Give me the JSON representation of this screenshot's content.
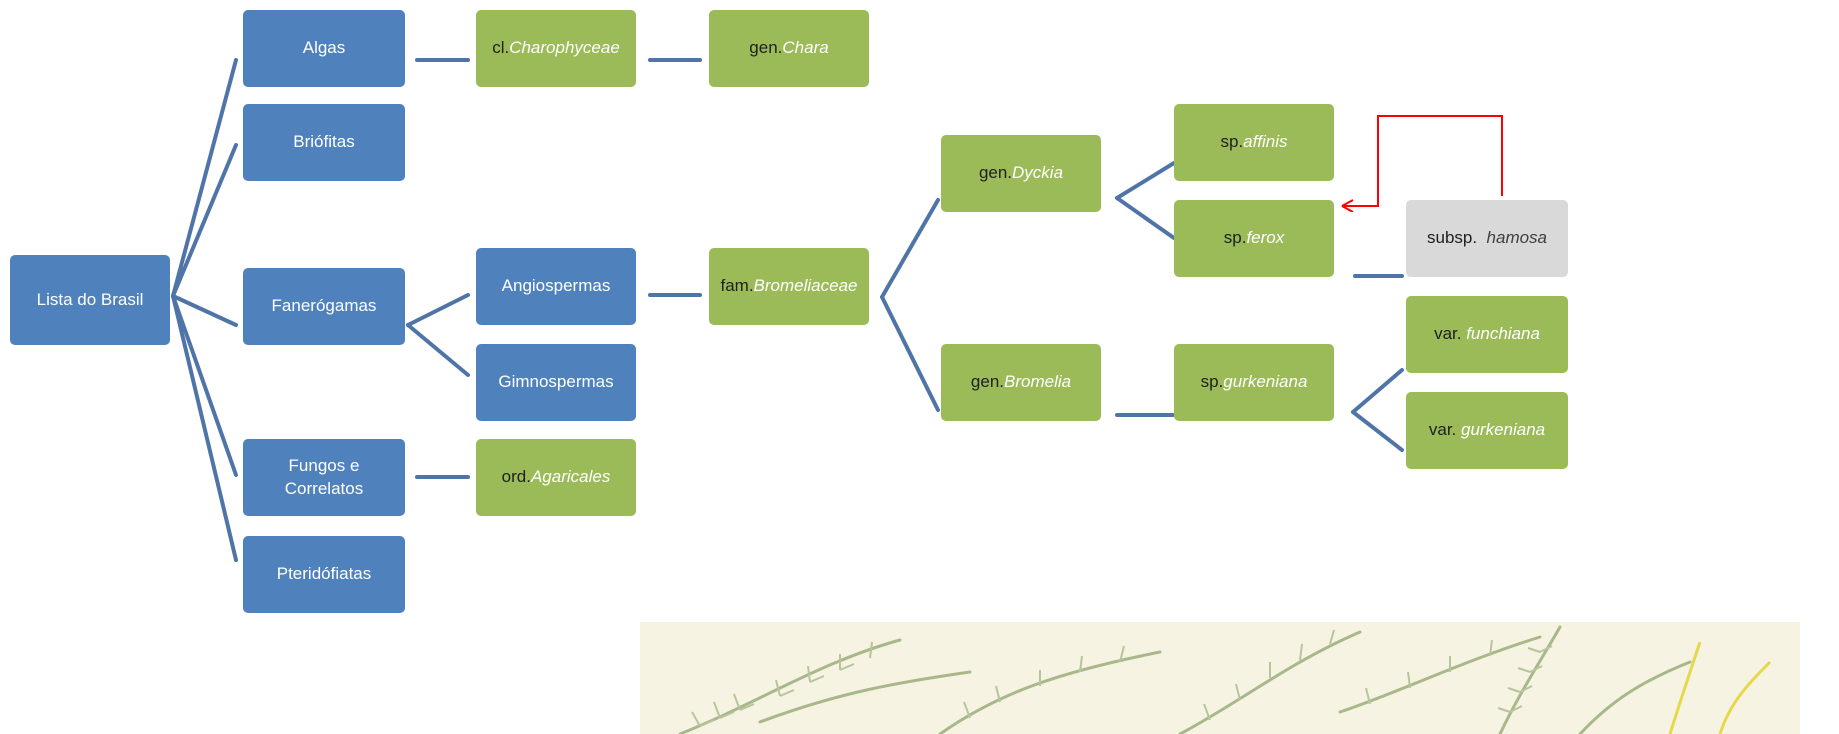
{
  "diagram": {
    "colors": {
      "blue_node": "#4f81bd",
      "green_node": "#9bbb59",
      "grey_node": "#d9d9d9",
      "connector": "#4f75a8",
      "arrow": "#ff0000"
    },
    "nodes": {
      "root": {
        "label": "Lista do Brasil"
      },
      "algas": {
        "label": "Algas"
      },
      "briofitas": {
        "label": "Briófitas"
      },
      "fanerogamas": {
        "label": "Fanerógamas"
      },
      "fungos": {
        "label_line1": "Fungos e",
        "label_line2": "Correlatos"
      },
      "pteridofitas": {
        "label": "Pteridófiatas"
      },
      "angiospermas": {
        "label": "Angiospermas"
      },
      "gimnospermas": {
        "label": "Gimnospermas"
      },
      "charophyceae": {
        "rank": "cl.",
        "name": "Charophyceae"
      },
      "chara": {
        "rank": "gen.",
        "name": "Chara"
      },
      "agaricales": {
        "rank": "ord.",
        "name": "Agaricales"
      },
      "bromeliaceae": {
        "rank": "fam.",
        "name": "Bromeliaceae"
      },
      "dyckia": {
        "rank": "gen.",
        "name": "Dyckia"
      },
      "bromelia": {
        "rank": "gen.",
        "name": "Bromelia"
      },
      "affinis": {
        "rank": "sp.",
        "name": "affinis"
      },
      "ferox": {
        "rank": "sp.",
        "name": "ferox"
      },
      "gurkeniana_sp": {
        "rank": "sp.",
        "name": "gurkeniana"
      },
      "hamosa": {
        "rank": "subsp.",
        "name": "hamosa"
      },
      "funchiana": {
        "rank": "var.",
        "name": "funchiana"
      },
      "gurkeniana_var": {
        "rank": "var.",
        "name": "gurkeniana"
      }
    },
    "illustration": {
      "icon": "charophyte-botanical-illustration"
    }
  }
}
